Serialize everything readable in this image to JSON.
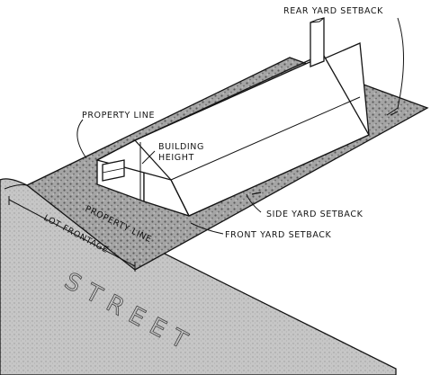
{
  "labels": {
    "rear_yard_setback": "REAR YARD SETBACK",
    "property_line_top": "PROPERTY LINE",
    "building_height_line1": "BUILDING",
    "building_height_line2": "HEIGHT",
    "side_yard_setback": "SIDE YARD SETBACK",
    "front_yard_setback": "FRONT YARD SETBACK",
    "property_line_front": "PROPERTY LINE",
    "lot_frontage": "LOT FRONTAGE",
    "street": "STREET"
  },
  "colors": {
    "ink": "#141414",
    "street_fill": "#bdbdbd",
    "yard_fill": "#8f8f8f",
    "roof_fill": "#ffffff",
    "wall_fill": "#ffffff"
  }
}
